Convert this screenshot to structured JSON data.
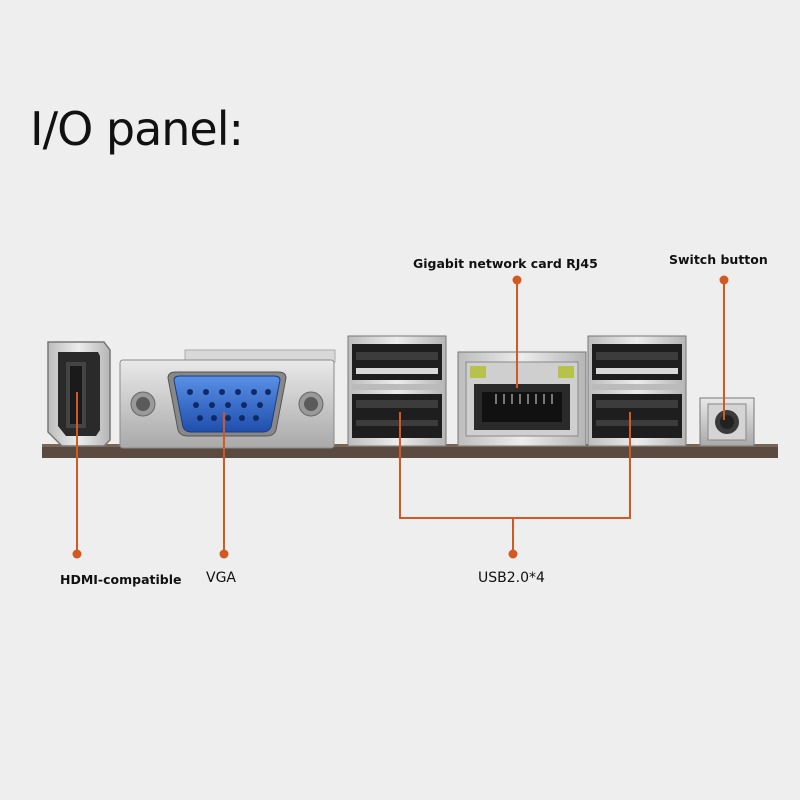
{
  "title": "I/O panel:",
  "labels": {
    "rj45": "Gigabit network card RJ45",
    "switch": "Switch button",
    "hdmi": "HDMI-compatible",
    "vga": "VGA",
    "usb": "USB2.0*4"
  },
  "colors": {
    "callout": "#d05a22",
    "background": "#eeeeee",
    "vga_port": "#2f6bd0",
    "pcb": "#5b4a3f"
  }
}
